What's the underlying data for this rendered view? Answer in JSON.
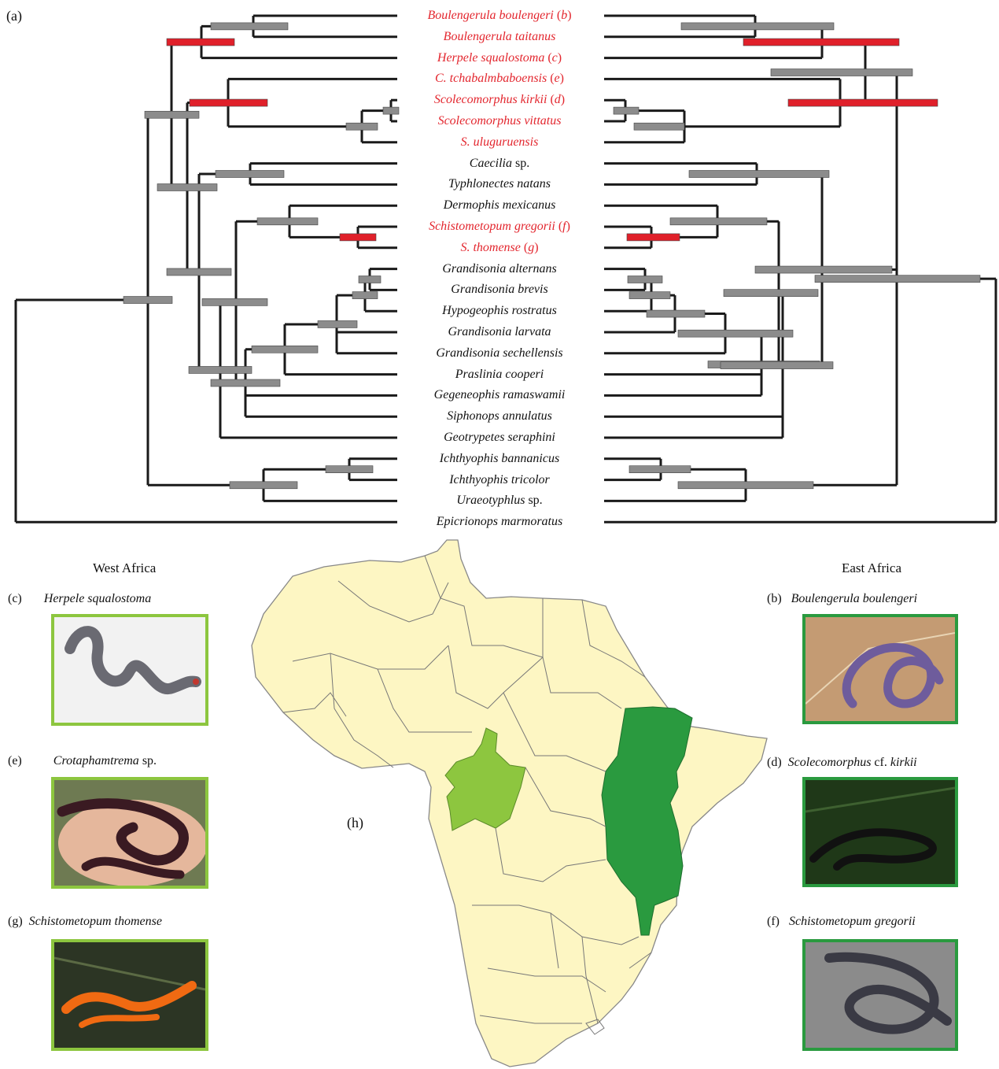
{
  "panel_labels": {
    "a": "(a)",
    "h": "(h)"
  },
  "colors": {
    "branch": "#1a1a1a",
    "gray_bar": "#8c8c8c",
    "red_bar": "#e0202a",
    "highlight_text": "#e3262e",
    "land": "#fdf6c3",
    "border": "#777777",
    "west_green": "#8dc63f",
    "east_green": "#2a9a3f",
    "frame_west": "#8dc63f",
    "frame_east": "#2a9a3f"
  },
  "taxa": [
    {
      "name": "Boulengerula boulengeri",
      "suffix_label": "b",
      "highlight": true
    },
    {
      "name": "Boulengerula taitanus",
      "suffix_label": "",
      "highlight": true
    },
    {
      "name": "Herpele squalostoma",
      "suffix_label": "c",
      "highlight": true
    },
    {
      "name": "C. tchabalmbaboensis",
      "suffix_label": "e",
      "highlight": true
    },
    {
      "name": "Scolecomorphus kirkii",
      "suffix_label": "d",
      "highlight": true
    },
    {
      "name": "Scolecomorphus vittatus",
      "suffix_label": "",
      "highlight": true
    },
    {
      "name": "S. uluguruensis",
      "suffix_label": "",
      "highlight": true
    },
    {
      "name": "Caecilia",
      "plain_suffix": "sp.",
      "suffix_label": "",
      "highlight": false
    },
    {
      "name": "Typhlonectes natans",
      "suffix_label": "",
      "highlight": false
    },
    {
      "name": "Dermophis mexicanus",
      "suffix_label": "",
      "highlight": false
    },
    {
      "name": "Schistometopum gregorii",
      "suffix_label": "f",
      "highlight": true
    },
    {
      "name": "S. thomense",
      "suffix_label": "g",
      "highlight": true
    },
    {
      "name": "Grandisonia alternans",
      "suffix_label": "",
      "highlight": false
    },
    {
      "name": "Grandisonia brevis",
      "suffix_label": "",
      "highlight": false
    },
    {
      "name": "Hypogeophis rostratus",
      "suffix_label": "",
      "highlight": false
    },
    {
      "name": "Grandisonia larvata",
      "suffix_label": "",
      "highlight": false
    },
    {
      "name": "Grandisonia sechellensis",
      "suffix_label": "",
      "highlight": false
    },
    {
      "name": "Praslinia cooperi",
      "suffix_label": "",
      "highlight": false
    },
    {
      "name": "Gegeneophis ramaswamii",
      "suffix_label": "",
      "highlight": false
    },
    {
      "name": "Siphonops annulatus",
      "suffix_label": "",
      "highlight": false
    },
    {
      "name": "Geotrypetes seraphini",
      "suffix_label": "",
      "highlight": false
    },
    {
      "name": "Ichthyophis bannanicus",
      "suffix_label": "",
      "highlight": false
    },
    {
      "name": "Ichthyophis tricolor",
      "suffix_label": "",
      "highlight": false
    },
    {
      "name": "Uraeotyphlus",
      "plain_suffix": "sp.",
      "suffix_label": "",
      "highlight": false
    },
    {
      "name": "Epicrionops marmoratus",
      "suffix_label": "",
      "highlight": false
    }
  ],
  "regions": {
    "west": "West Africa",
    "east": "East Africa"
  },
  "photos": {
    "west": [
      {
        "label": "(c)",
        "species": "Herpele squalostoma",
        "plain": ""
      },
      {
        "label": "(e)",
        "species": "Crotaphamtrema",
        "plain": " sp."
      },
      {
        "label": "(g)",
        "species": "Schistometopum thomense",
        "plain": ""
      }
    ],
    "east": [
      {
        "label": "(b)",
        "species": "Boulengerula boulengeri",
        "plain": ""
      },
      {
        "label": "(d)",
        "species": "Scolecomorphus",
        "plain": " cf. ",
        "species2": "kirkii"
      },
      {
        "label": "(f)",
        "species": "Schistometopum gregorii",
        "plain": ""
      }
    ]
  }
}
